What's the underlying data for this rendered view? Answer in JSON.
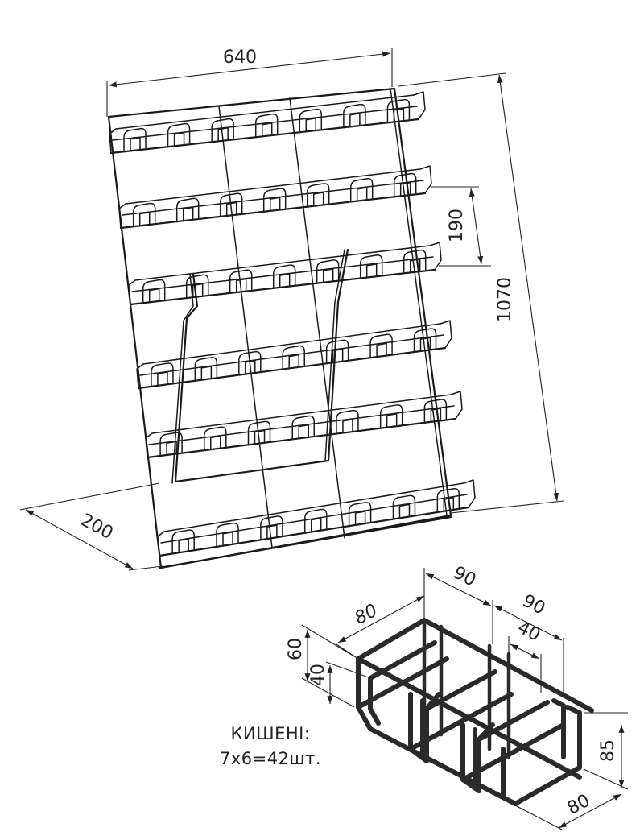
{
  "dimensions": {
    "width": "640",
    "height": "1070",
    "depth": "200",
    "shelf_spacing": "190",
    "pocket_width_a": "90",
    "pocket_width_b": "90",
    "pocket_depth_top": "80",
    "pocket_inner": "40",
    "pocket_back_height": "60",
    "pocket_front_height": "40",
    "pocket_height": "85",
    "pocket_depth_bottom": "80"
  },
  "note": {
    "line1": "КИШЕНІ:",
    "line2": "7х6=42шт."
  }
}
